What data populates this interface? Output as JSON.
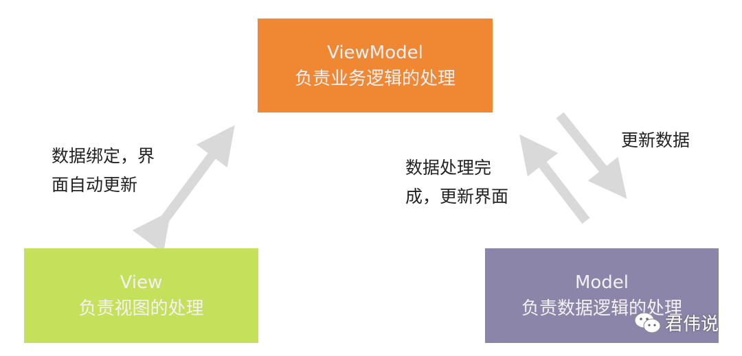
{
  "nodes": {
    "viewmodel": {
      "title": "ViewModel",
      "desc": "负责业务逻辑的处理",
      "color": "#EF8733"
    },
    "view": {
      "title": "View",
      "desc": "负责视图的处理",
      "color": "#C5E05A"
    },
    "model": {
      "title": "Model",
      "desc": "负责数据逻辑的处理",
      "color": "#8C85AA"
    }
  },
  "edges": {
    "view_viewmodel": {
      "line1": "数据绑定，界",
      "line2": "面自动更新"
    },
    "viewmodel_model": {
      "label": "更新数据"
    },
    "model_viewmodel": {
      "line1": "数据处理完",
      "line2": "成，更新界面"
    }
  },
  "watermark": {
    "text": "君伟说"
  }
}
